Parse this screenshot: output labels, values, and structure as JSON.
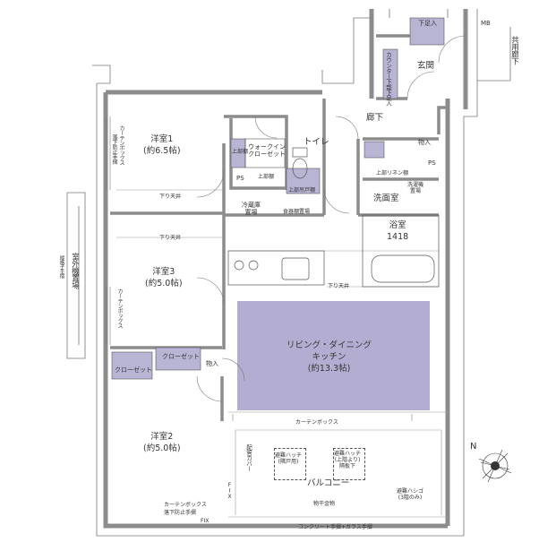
{
  "rooms": {
    "western1": {
      "name": "洋室1",
      "area": "(約6.5帖)"
    },
    "western3": {
      "name": "洋室3",
      "area": "(約5.0帖)"
    },
    "western2": {
      "name": "洋室2",
      "area": "(約5.0帖)"
    },
    "ldk": {
      "line1": "リビング・ダイニング",
      "line2": "キッチン",
      "area": "(約13.3帖)"
    },
    "toilet": "トイレ",
    "washroom": "洗面室",
    "bath": {
      "name": "浴室",
      "size": "1418"
    },
    "hallway": "廊下",
    "entrance": "玄関",
    "balcony": "バルコニー",
    "outdoor_unit": "室外機置場",
    "common_corridor": "共用廊下"
  },
  "storage": {
    "walk_in_closet": {
      "line1": "ウォークイン",
      "line2": "クローゼット"
    },
    "closet_a": "クローゼット",
    "closet_b": "クローゼット",
    "storage_in_ldk": "物入",
    "storage_hall": "物入",
    "shoe_box": "下足入",
    "counter_shoe_box": "カウンター下部下足入",
    "mb": "MB",
    "upper_shelf_1": "上部棚",
    "upper_shelf_2": "上部棚",
    "upper_shelf_toilet": "上部吊戸棚",
    "upper_linen": "上部リネン棚",
    "washer_space": {
      "line1": "洗濯機",
      "line2": "置場"
    },
    "fridge_space": {
      "line1": "冷蔵庫",
      "line2": "置場"
    },
    "pantry": "食器棚置場"
  },
  "annotations": {
    "ps1": "PS",
    "ps2": "PS",
    "lowered_ceiling_1": "下り天井",
    "lowered_ceiling_2": "下り天井",
    "lowered_ceiling_3": "下り天井",
    "curtain_box_1": "カーテンボックス",
    "fall_prevention_1": "落下防止手摺",
    "curtain_box_2": "カーテンボックス",
    "curtain_box_3": "カーテンボックス",
    "curtain_box_4": "カーテンボックス",
    "fall_prevention_2": "落下防止手摺",
    "fix_1": "FIX",
    "fix_2": "FIX",
    "vertical_grating": "縦格子手摺",
    "pipe_cover": "配管カバー",
    "hatch_1": {
      "line1": "避難ハッチ",
      "line2": "(隣戸用)"
    },
    "hatch_2": {
      "line1": "避難ハッチ",
      "line2": "(上階より)",
      "line3": "隔板下"
    },
    "ladder": {
      "line1": "避難ハシゴ",
      "line2": "(3階のみ)"
    },
    "laundry_pole": "物干金物",
    "railing": "コンクリート手摺+ガラス手摺"
  },
  "compass": {
    "north": "N"
  },
  "colors": {
    "wall": "#8c8c8c",
    "line": "#555555",
    "ldk_fill": "#b3aed1",
    "storage_fill": "#b8b4d4",
    "bg": "#ffffff"
  }
}
